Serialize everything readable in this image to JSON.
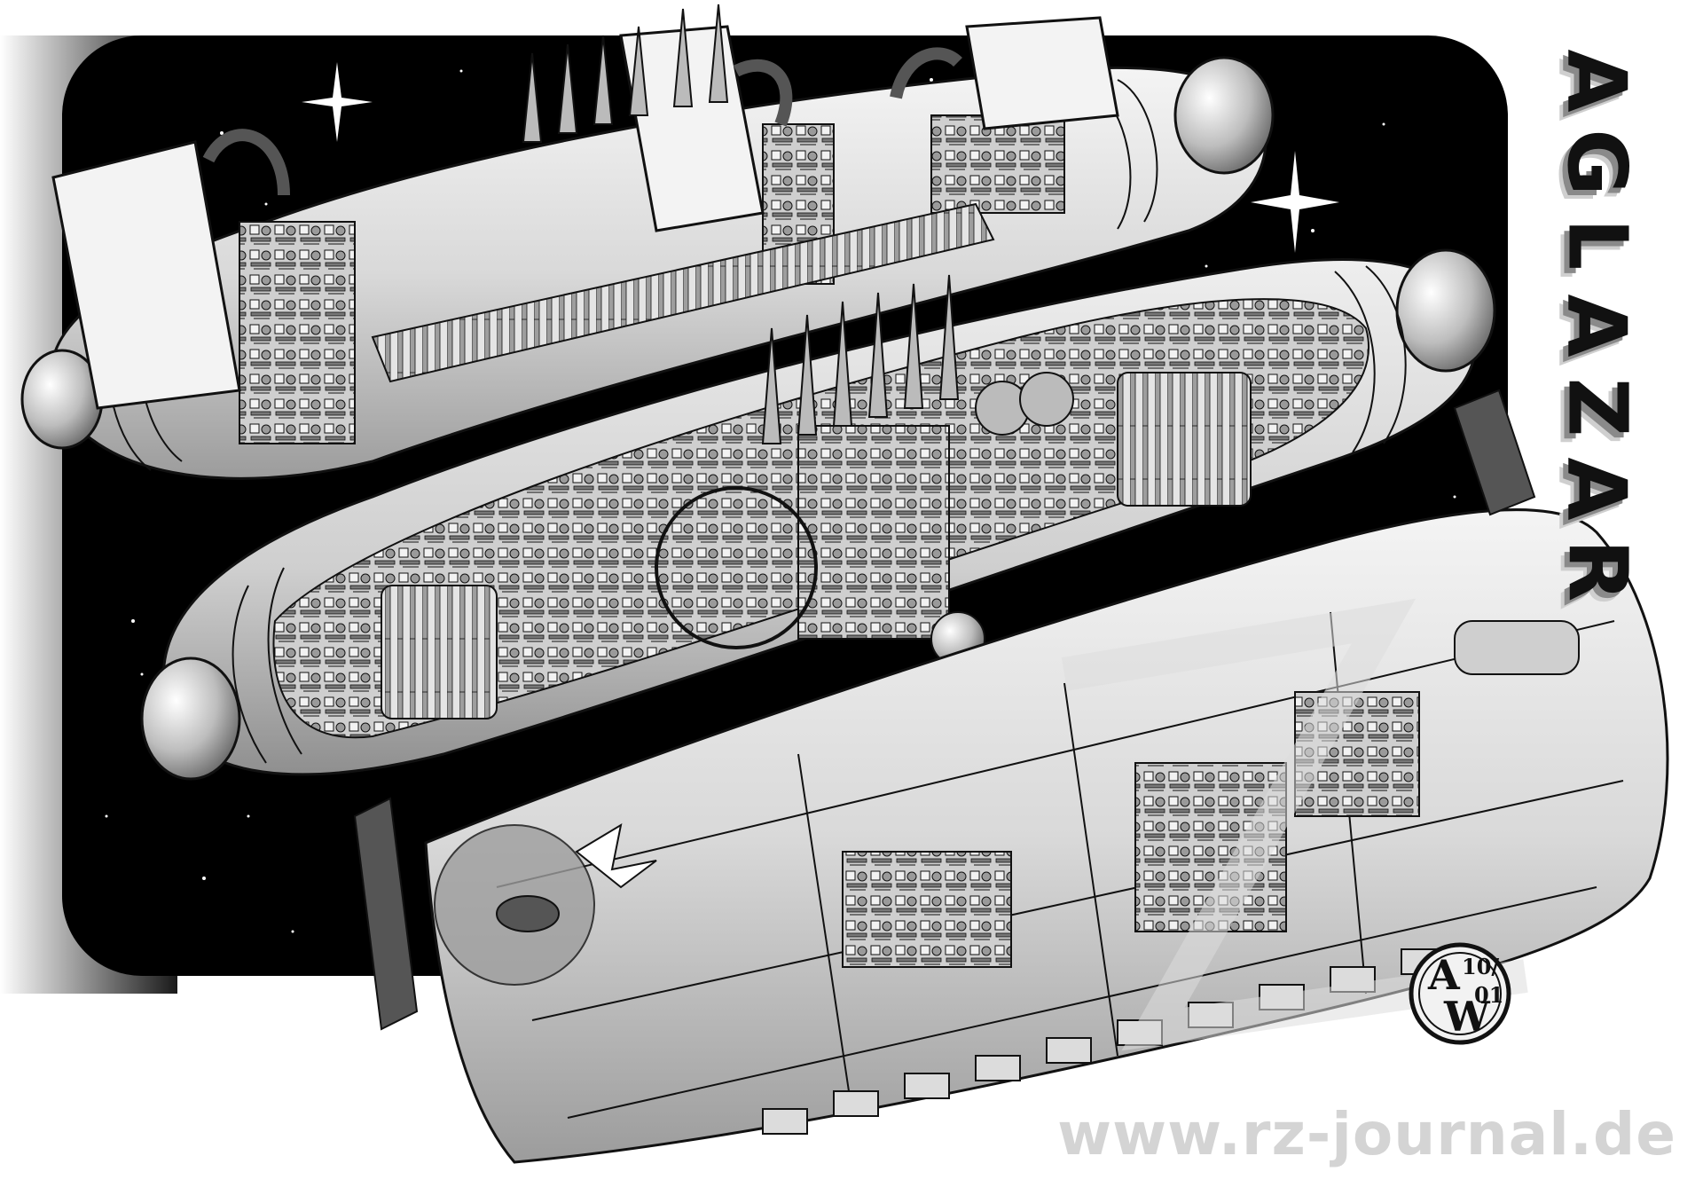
{
  "title": {
    "letters": [
      "A",
      "G",
      "L",
      "A",
      "Z",
      "A",
      "R"
    ]
  },
  "watermark": {
    "url": "www.rz-journal.de"
  },
  "monogram": {
    "letter_top": "A",
    "letter_bottom": "W",
    "date_top": "10/",
    "date_bottom": "01"
  },
  "colors": {
    "space": "#000000",
    "hull_light": "#e6e6e6",
    "hull_mid": "#bdbdbd",
    "hull_dark": "#7a7a7a",
    "outline": "#111111",
    "watermark": "#d4d4d4"
  }
}
